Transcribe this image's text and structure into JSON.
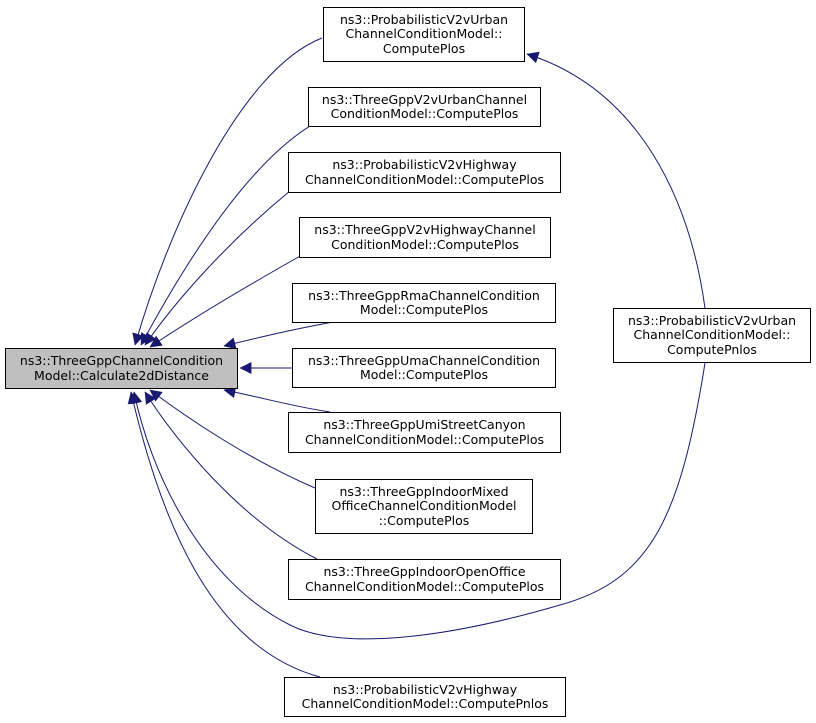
{
  "graph": {
    "edge_color": "#191970",
    "root": {
      "id": "root",
      "label": "ns3::ThreeGppChannelCondition\nModel::Calculate2dDistance"
    },
    "nodes": [
      {
        "id": "n1",
        "label": "ns3::ProbabilisticV2vUrban\nChannelConditionModel::\nComputePlos"
      },
      {
        "id": "n2",
        "label": "ns3::ThreeGppV2vUrbanChannel\nConditionModel::ComputePlos"
      },
      {
        "id": "n3",
        "label": "ns3::ProbabilisticV2vHighway\nChannelConditionModel::ComputePlos"
      },
      {
        "id": "n4",
        "label": "ns3::ThreeGppV2vHighwayChannel\nConditionModel::ComputePlos"
      },
      {
        "id": "n5",
        "label": "ns3::ThreeGppRmaChannelCondition\nModel::ComputePlos"
      },
      {
        "id": "n6",
        "label": "ns3::ThreeGppUmaChannelCondition\nModel::ComputePlos"
      },
      {
        "id": "n7",
        "label": "ns3::ThreeGppUmiStreetCanyon\nChannelConditionModel::ComputePlos"
      },
      {
        "id": "n8",
        "label": "ns3::ThreeGppIndoorMixed\nOfficeChannelConditionModel\n::ComputePlos"
      },
      {
        "id": "n9",
        "label": "ns3::ThreeGppIndoorOpenOffice\nChannelConditionModel::ComputePlos"
      },
      {
        "id": "n10",
        "label": "ns3::ProbabilisticV2vUrban\nChannelConditionModel::\nComputePnlos"
      },
      {
        "id": "n11",
        "label": "ns3::ProbabilisticV2vHighway\nChannelConditionModel::ComputePnlos"
      }
    ],
    "edges": [
      {
        "from": "n1",
        "to": "root"
      },
      {
        "from": "n2",
        "to": "root"
      },
      {
        "from": "n3",
        "to": "root"
      },
      {
        "from": "n4",
        "to": "root"
      },
      {
        "from": "n5",
        "to": "root"
      },
      {
        "from": "n6",
        "to": "root"
      },
      {
        "from": "n7",
        "to": "root"
      },
      {
        "from": "n8",
        "to": "root"
      },
      {
        "from": "n9",
        "to": "root"
      },
      {
        "from": "n10",
        "to": "root"
      },
      {
        "from": "n11",
        "to": "root"
      },
      {
        "from": "n10",
        "to": "n1"
      }
    ]
  }
}
